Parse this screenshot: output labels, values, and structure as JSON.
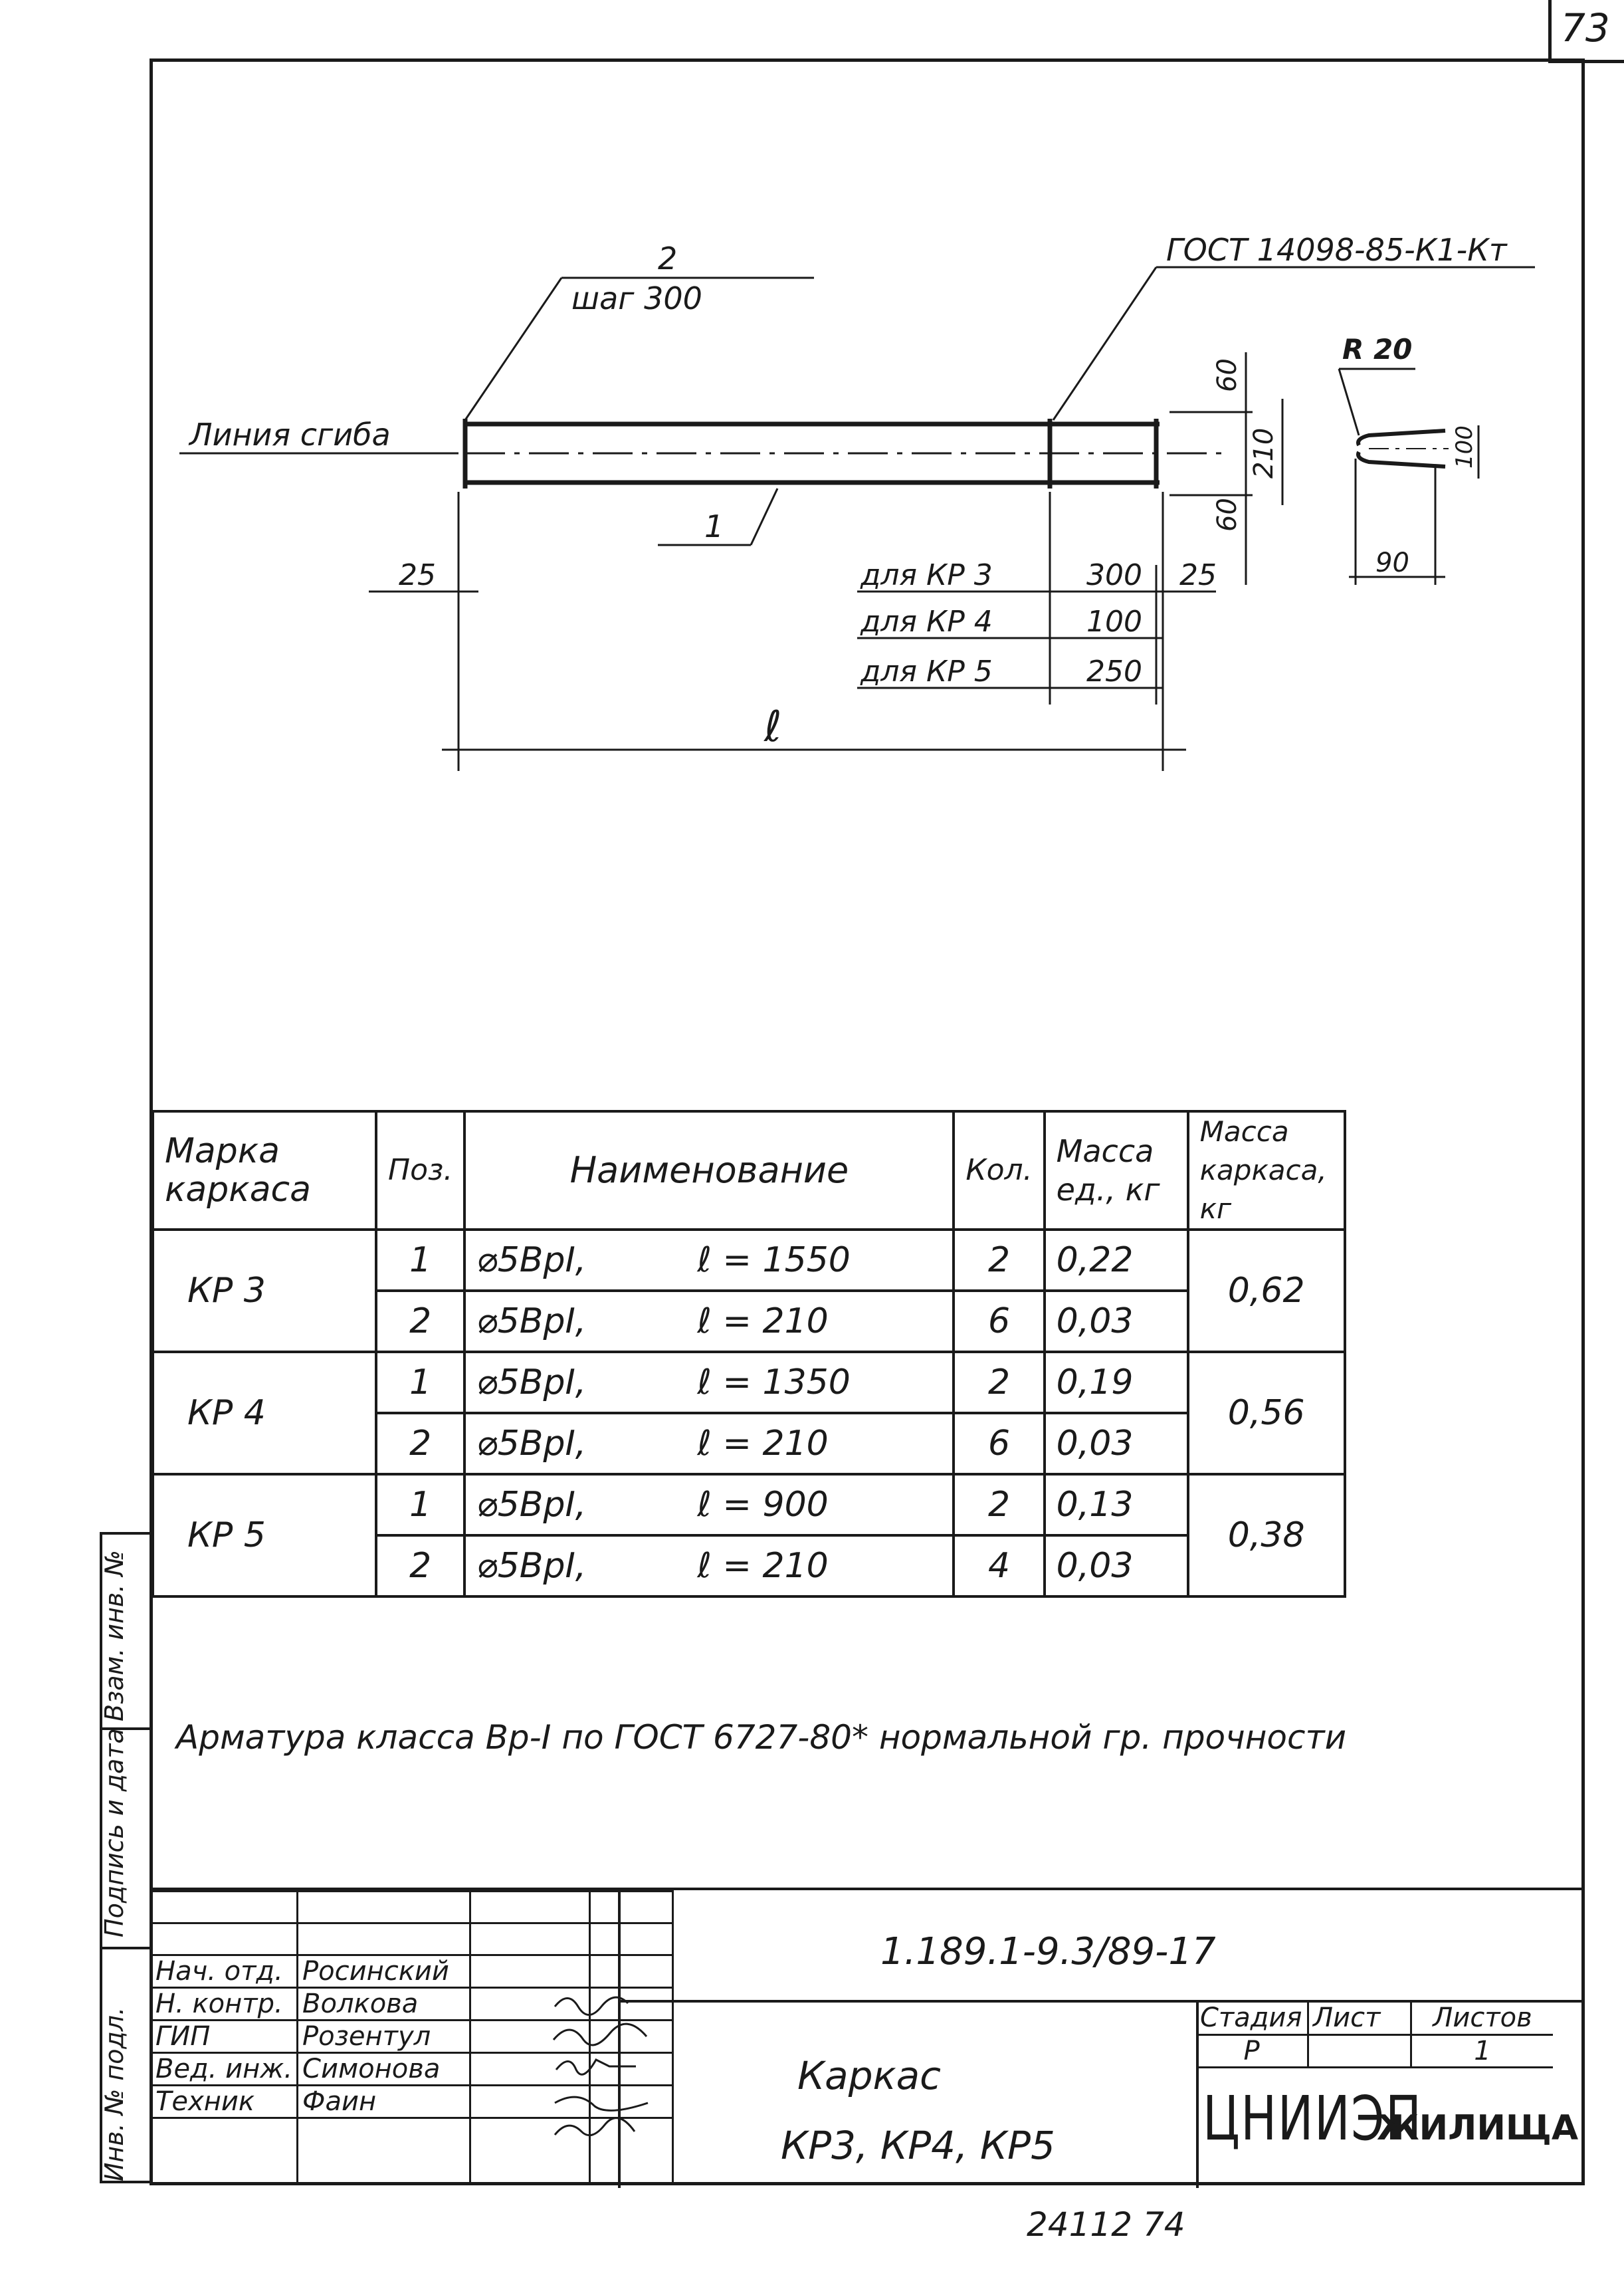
{
  "sheet_number": "73",
  "drawing": {
    "standard_ref": "ГОСТ 14098-85-К1-Кт",
    "bar2_label_top": "2",
    "bar2_label_bottom": "шаг 300",
    "bend_line_label": "Линия сгиба",
    "bar1_label": "1",
    "dim_left_25": "25",
    "dim_right_25": "25",
    "dim_60_top": "60",
    "dim_60_bottom": "60",
    "dim_210": "210",
    "dim_length": "ℓ",
    "variants": [
      {
        "label": "для КР 3",
        "value": "300"
      },
      {
        "label": "для КР 4",
        "value": "100"
      },
      {
        "label": "для КР 5",
        "value": "250"
      }
    ],
    "hook_radius": "R 20",
    "hook_width": "90",
    "hook_height": "100"
  },
  "spec_table": {
    "headers": {
      "mark": "Марка каркаса",
      "pos": "Поз.",
      "name": "Наименование",
      "qty": "Кол.",
      "mass_unit": "Масса ед., кг",
      "mass_frame": "Масса каркаса, кг"
    },
    "groups": [
      {
        "mark": "КР 3",
        "mass_frame": "0,62",
        "rows": [
          {
            "pos": "1",
            "name": "⌀5ВрI,",
            "length": "ℓ = 1550",
            "qty": "2",
            "mass": "0,22"
          },
          {
            "pos": "2",
            "name": "⌀5ВрI,",
            "length": "ℓ = 210",
            "qty": "6",
            "mass": "0,03"
          }
        ]
      },
      {
        "mark": "КР 4",
        "mass_frame": "0,56",
        "rows": [
          {
            "pos": "1",
            "name": "⌀5ВрI,",
            "length": "ℓ = 1350",
            "qty": "2",
            "mass": "0,19"
          },
          {
            "pos": "2",
            "name": "⌀5ВрI,",
            "length": "ℓ = 210",
            "qty": "6",
            "mass": "0,03"
          }
        ]
      },
      {
        "mark": "КР 5",
        "mass_frame": "0,38",
        "rows": [
          {
            "pos": "1",
            "name": "⌀5ВрI,",
            "length": "ℓ = 900",
            "qty": "2",
            "mass": "0,13"
          },
          {
            "pos": "2",
            "name": "⌀5ВрI,",
            "length": "ℓ = 210",
            "qty": "4",
            "mass": "0,03"
          }
        ]
      }
    ]
  },
  "note": "Арматура класса Вр-I по ГОСТ 6727-80* нормальной гр. прочности",
  "side_stamp": {
    "cell1": "Взам. инв. №",
    "cell2": "Подпись и дата",
    "cell3": "Инв. № подл."
  },
  "title_block": {
    "doc_code": "1.189.1-9.3/89-17",
    "staff": [
      {
        "role": "Нач. отд.",
        "name": "Росинский"
      },
      {
        "role": "Н. контр.",
        "name": "Волкова"
      },
      {
        "role": "ГИП",
        "name": "Розентул"
      },
      {
        "role": "Вед. инж.",
        "name": "Симонова"
      },
      {
        "role": "Техник",
        "name": "Фаин"
      }
    ],
    "title_line1": "Каркас",
    "title_line2": "КР3, КР4, КР5",
    "stage_header": "Стадия",
    "sheet_header": "Лист",
    "sheets_header": "Листов",
    "stage_value": "Р",
    "sheets_value": "1",
    "org_part1": "ЦНИИЭП",
    "org_part2": "ЖИЛИЩА"
  },
  "footer_number": "24112 74"
}
